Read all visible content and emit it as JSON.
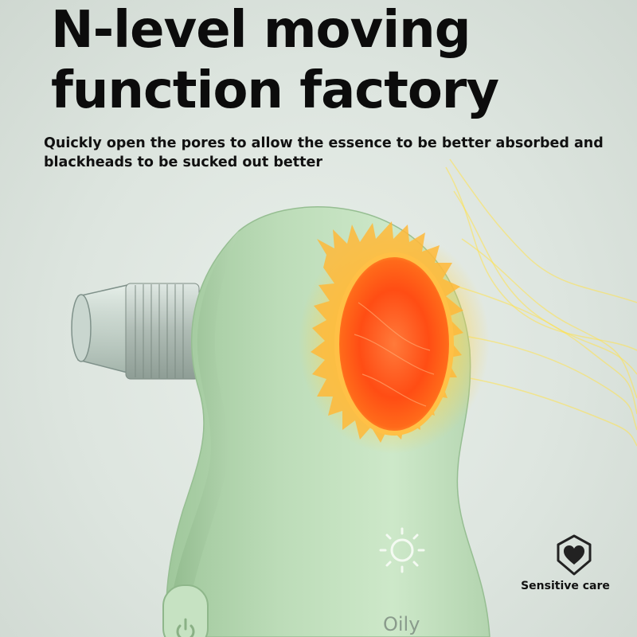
{
  "headline": {
    "line1": "N-level moving",
    "line2": "function factory"
  },
  "subhead": {
    "line1": "Quickly open the pores to allow the essence to be better absorbed and",
    "line2": "blackheads to be sucked out better"
  },
  "badge": {
    "label": "Sensitive care",
    "icon": "shield-heart-icon"
  },
  "device": {
    "mode_label": "Oily",
    "icons": [
      "sun-icon",
      "power-icon"
    ]
  },
  "colors": {
    "device_green": "#bcdcb8",
    "heat_core": "#ff5a1e",
    "flame": "#ffd33a",
    "text": "#0c0c0c"
  }
}
